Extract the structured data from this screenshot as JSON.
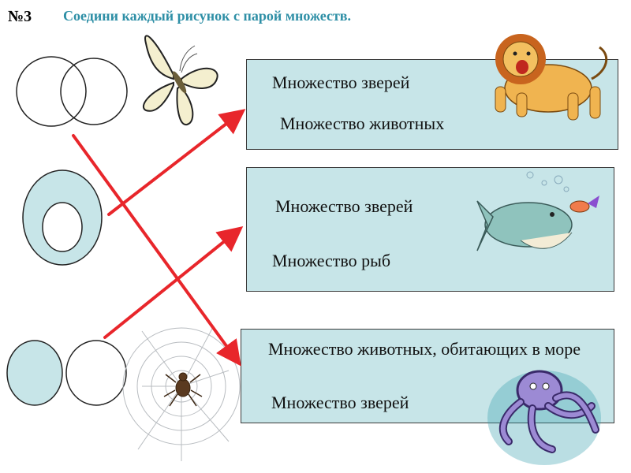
{
  "header": {
    "number": "№3",
    "title": "Соедини каждый рисунок с парой множеств."
  },
  "boxes": [
    {
      "line1": "Множество зверей",
      "line2": "Множество животных"
    },
    {
      "line1": "Множество зверей",
      "line2": "Множество рыб"
    },
    {
      "line1": "Множество животных, обитающих в море",
      "line2": "Множество зверей"
    }
  ],
  "diagrams": [
    {
      "kind": "overlapping-circles"
    },
    {
      "kind": "nested-ovals"
    },
    {
      "kind": "disjoint-ovals"
    }
  ],
  "pictures": [
    "butterfly",
    "lion",
    "fish",
    "spider-web",
    "octopus"
  ],
  "colors": {
    "title": "#2e8fa6",
    "box_fill": "#c7e5e8",
    "set_fill": "#c7e5e8",
    "arrow": "#e8262b"
  }
}
